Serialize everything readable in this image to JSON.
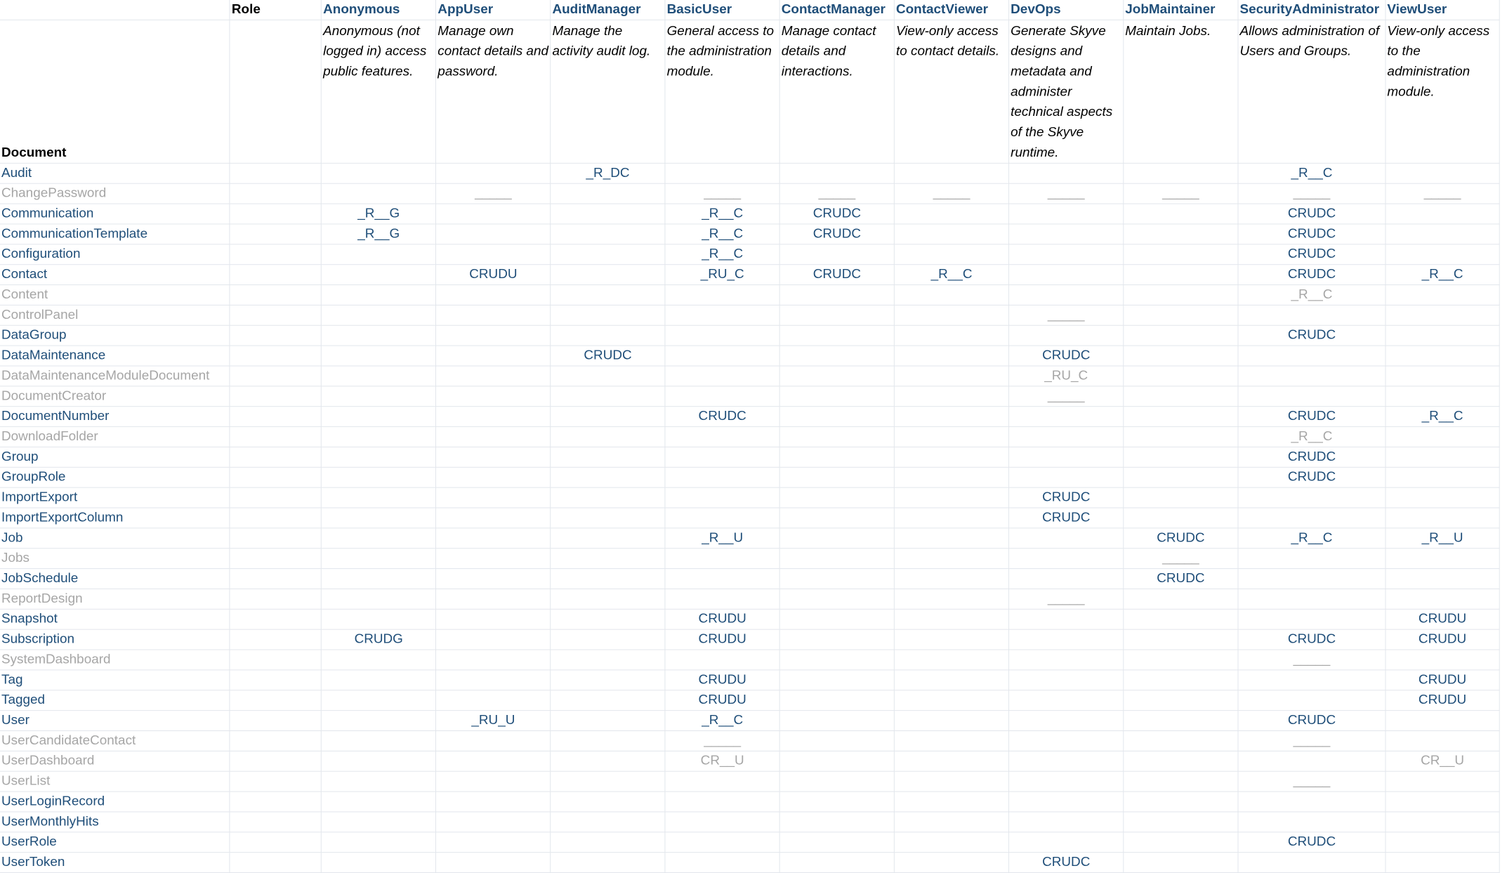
{
  "header": {
    "role_label": "Role",
    "document_label": "Document",
    "roles": [
      {
        "name": "Anonymous",
        "description": "Anonymous (not logged in) access public features."
      },
      {
        "name": "AppUser",
        "description": "Manage own contact details and password."
      },
      {
        "name": "AuditManager",
        "description": "Manage the activity audit log."
      },
      {
        "name": "BasicUser",
        "description": "General access to the administration module."
      },
      {
        "name": "ContactManager",
        "description": "Manage contact details and interactions."
      },
      {
        "name": "ContactViewer",
        "description": "View-only access to contact details."
      },
      {
        "name": "DevOps",
        "description": "Generate Skyve designs and metadata and administer technical aspects of the Skyve runtime."
      },
      {
        "name": "JobMaintainer",
        "description": "Maintain Jobs."
      },
      {
        "name": "SecurityAdministrator",
        "description": "Allows administration of Users and Groups."
      },
      {
        "name": "ViewUser",
        "description": "View-only access to the administration module."
      }
    ]
  },
  "colors": {
    "active_text": "#1f4e79",
    "muted_text": "#a6a6a6",
    "gridline": "#e2e6ec"
  },
  "rows": [
    {
      "doc": "Audit",
      "muted": false,
      "cells": [
        "",
        "",
        "_R_DC",
        "",
        "",
        "",
        "",
        "",
        "_R__C",
        ""
      ]
    },
    {
      "doc": "ChangePassword",
      "muted": true,
      "cells": [
        "",
        "_____",
        "",
        "_____",
        "_____",
        "_____",
        "_____",
        "_____",
        "_____",
        "_____"
      ]
    },
    {
      "doc": "Communication",
      "muted": false,
      "cells": [
        "_R__G",
        "",
        "",
        "_R__C",
        "CRUDC",
        "",
        "",
        "",
        "CRUDC",
        ""
      ]
    },
    {
      "doc": "CommunicationTemplate",
      "muted": false,
      "cells": [
        "_R__G",
        "",
        "",
        "_R__C",
        "CRUDC",
        "",
        "",
        "",
        "CRUDC",
        ""
      ]
    },
    {
      "doc": "Configuration",
      "muted": false,
      "cells": [
        "",
        "",
        "",
        "_R__C",
        "",
        "",
        "",
        "",
        "CRUDC",
        ""
      ]
    },
    {
      "doc": "Contact",
      "muted": false,
      "cells": [
        "",
        "CRUDU",
        "",
        "_RU_C",
        "CRUDC",
        "_R__C",
        "",
        "",
        "CRUDC",
        "_R__C"
      ]
    },
    {
      "doc": "Content",
      "muted": true,
      "cells": [
        "",
        "",
        "",
        "",
        "",
        "",
        "",
        "",
        "_R__C",
        ""
      ]
    },
    {
      "doc": "ControlPanel",
      "muted": true,
      "cells": [
        "",
        "",
        "",
        "",
        "",
        "",
        "_____",
        "",
        "",
        ""
      ]
    },
    {
      "doc": "DataGroup",
      "muted": false,
      "cells": [
        "",
        "",
        "",
        "",
        "",
        "",
        "",
        "",
        "CRUDC",
        ""
      ]
    },
    {
      "doc": "DataMaintenance",
      "muted": false,
      "cells": [
        "",
        "",
        "CRUDC",
        "",
        "",
        "",
        "CRUDC",
        "",
        "",
        ""
      ]
    },
    {
      "doc": "DataMaintenanceModuleDocument",
      "muted": true,
      "cells": [
        "",
        "",
        "",
        "",
        "",
        "",
        "_RU_C",
        "",
        "",
        ""
      ]
    },
    {
      "doc": "DocumentCreator",
      "muted": true,
      "cells": [
        "",
        "",
        "",
        "",
        "",
        "",
        "_____",
        "",
        "",
        ""
      ]
    },
    {
      "doc": "DocumentNumber",
      "muted": false,
      "cells": [
        "",
        "",
        "",
        "CRUDC",
        "",
        "",
        "",
        "",
        "CRUDC",
        "_R__C"
      ]
    },
    {
      "doc": "DownloadFolder",
      "muted": true,
      "cells": [
        "",
        "",
        "",
        "",
        "",
        "",
        "",
        "",
        "_R__C",
        ""
      ]
    },
    {
      "doc": "Group",
      "muted": false,
      "cells": [
        "",
        "",
        "",
        "",
        "",
        "",
        "",
        "",
        "CRUDC",
        ""
      ]
    },
    {
      "doc": "GroupRole",
      "muted": false,
      "cells": [
        "",
        "",
        "",
        "",
        "",
        "",
        "",
        "",
        "CRUDC",
        ""
      ]
    },
    {
      "doc": "ImportExport",
      "muted": false,
      "cells": [
        "",
        "",
        "",
        "",
        "",
        "",
        "CRUDC",
        "",
        "",
        ""
      ]
    },
    {
      "doc": "ImportExportColumn",
      "muted": false,
      "cells": [
        "",
        "",
        "",
        "",
        "",
        "",
        "CRUDC",
        "",
        "",
        ""
      ]
    },
    {
      "doc": "Job",
      "muted": false,
      "cells": [
        "",
        "",
        "",
        "_R__U",
        "",
        "",
        "",
        "CRUDC",
        "_R__C",
        "_R__U"
      ]
    },
    {
      "doc": "Jobs",
      "muted": true,
      "cells": [
        "",
        "",
        "",
        "",
        "",
        "",
        "",
        "_____",
        "",
        ""
      ]
    },
    {
      "doc": "JobSchedule",
      "muted": false,
      "cells": [
        "",
        "",
        "",
        "",
        "",
        "",
        "",
        "CRUDC",
        "",
        ""
      ]
    },
    {
      "doc": "ReportDesign",
      "muted": true,
      "cells": [
        "",
        "",
        "",
        "",
        "",
        "",
        "_____",
        "",
        "",
        ""
      ]
    },
    {
      "doc": "Snapshot",
      "muted": false,
      "cells": [
        "",
        "",
        "",
        "CRUDU",
        "",
        "",
        "",
        "",
        "",
        "CRUDU"
      ]
    },
    {
      "doc": "Subscription",
      "muted": false,
      "cells": [
        "CRUDG",
        "",
        "",
        "CRUDU",
        "",
        "",
        "",
        "",
        "CRUDC",
        "CRUDU"
      ]
    },
    {
      "doc": "SystemDashboard",
      "muted": true,
      "cells": [
        "",
        "",
        "",
        "",
        "",
        "",
        "",
        "",
        "_____",
        ""
      ]
    },
    {
      "doc": "Tag",
      "muted": false,
      "cells": [
        "",
        "",
        "",
        "CRUDU",
        "",
        "",
        "",
        "",
        "",
        "CRUDU"
      ]
    },
    {
      "doc": "Tagged",
      "muted": false,
      "cells": [
        "",
        "",
        "",
        "CRUDU",
        "",
        "",
        "",
        "",
        "",
        "CRUDU"
      ]
    },
    {
      "doc": "User",
      "muted": false,
      "cells": [
        "",
        "_RU_U",
        "",
        "_R__C",
        "",
        "",
        "",
        "",
        "CRUDC",
        ""
      ]
    },
    {
      "doc": "UserCandidateContact",
      "muted": true,
      "cells": [
        "",
        "",
        "",
        "_____",
        "",
        "",
        "",
        "",
        "_____",
        ""
      ]
    },
    {
      "doc": "UserDashboard",
      "muted": true,
      "cells": [
        "",
        "",
        "",
        "CR__U",
        "",
        "",
        "",
        "",
        "",
        "CR__U"
      ]
    },
    {
      "doc": "UserList",
      "muted": true,
      "cells": [
        "",
        "",
        "",
        "",
        "",
        "",
        "",
        "",
        "_____",
        ""
      ]
    },
    {
      "doc": "UserLoginRecord",
      "muted": false,
      "cells": [
        "",
        "",
        "",
        "",
        "",
        "",
        "",
        "",
        "",
        ""
      ]
    },
    {
      "doc": "UserMonthlyHits",
      "muted": false,
      "cells": [
        "",
        "",
        "",
        "",
        "",
        "",
        "",
        "",
        "",
        ""
      ]
    },
    {
      "doc": "UserRole",
      "muted": false,
      "cells": [
        "",
        "",
        "",
        "",
        "",
        "",
        "",
        "",
        "CRUDC",
        ""
      ]
    },
    {
      "doc": "UserToken",
      "muted": false,
      "cells": [
        "",
        "",
        "",
        "",
        "",
        "",
        "CRUDC",
        "",
        "",
        ""
      ]
    }
  ]
}
